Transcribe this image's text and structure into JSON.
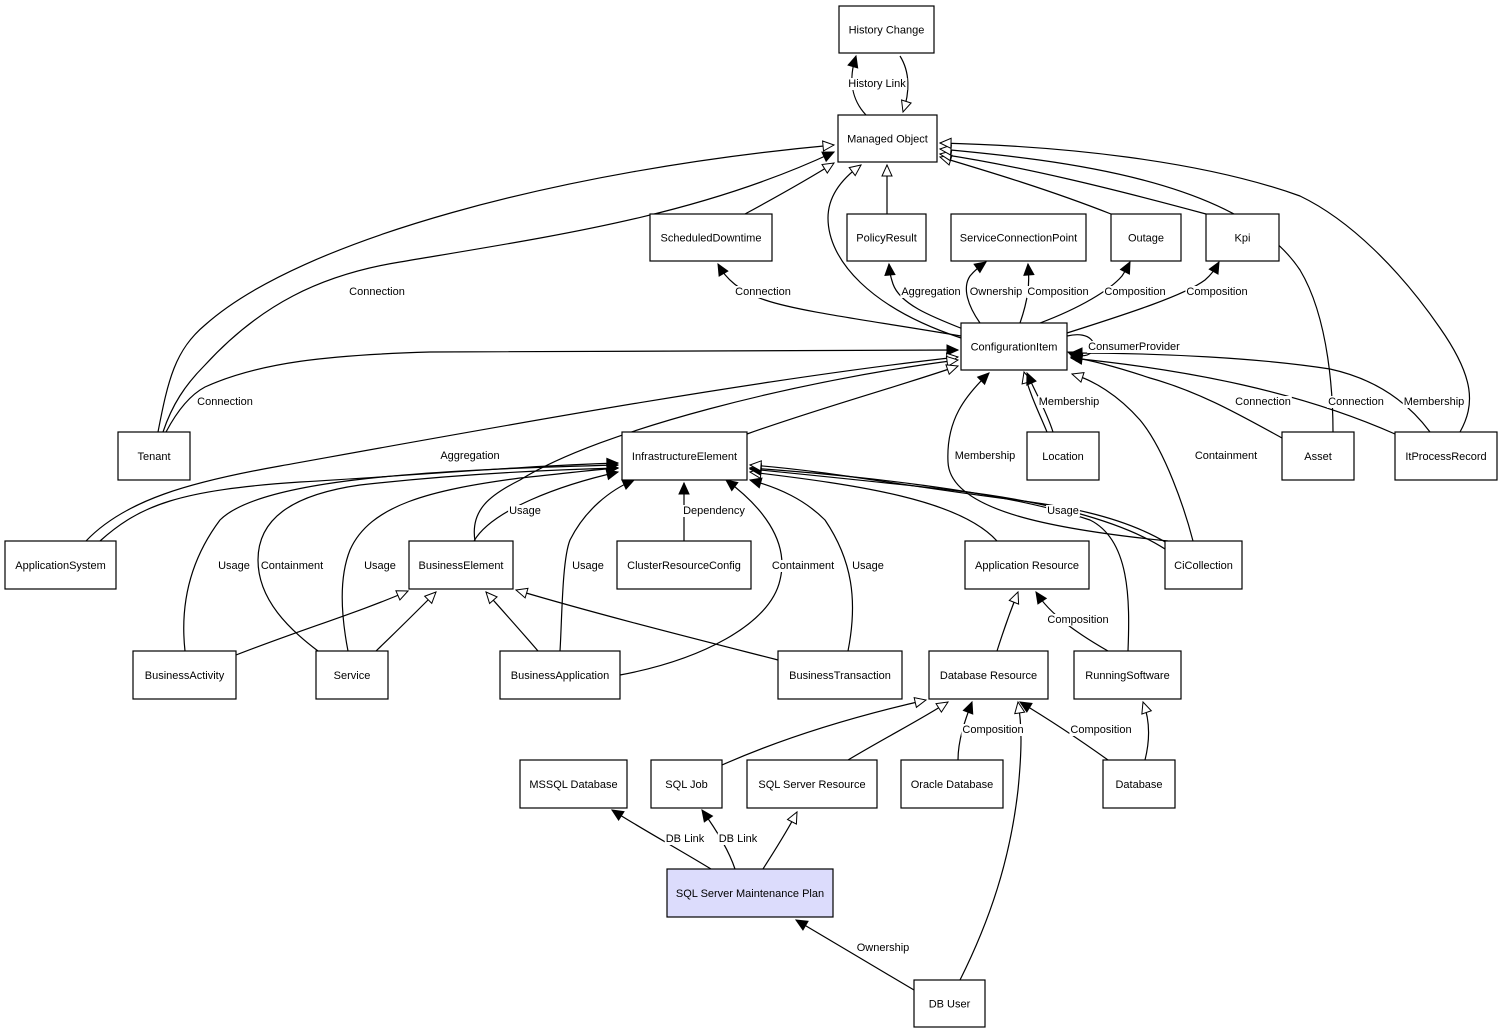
{
  "diagram": {
    "colors": {
      "node_fill": "#ffffff",
      "highlight_fill": "#dcdcfc",
      "stroke": "#000000"
    },
    "nodes": [
      {
        "id": "history_change",
        "label": "History Change"
      },
      {
        "id": "managed_object",
        "label": "Managed Object"
      },
      {
        "id": "scheduled_downtime",
        "label": "ScheduledDowntime"
      },
      {
        "id": "policy_result",
        "label": "PolicyResult"
      },
      {
        "id": "service_connection_point",
        "label": "ServiceConnectionPoint"
      },
      {
        "id": "outage",
        "label": "Outage"
      },
      {
        "id": "kpi",
        "label": "Kpi"
      },
      {
        "id": "configuration_item",
        "label": "ConfigurationItem"
      },
      {
        "id": "tenant",
        "label": "Tenant"
      },
      {
        "id": "infrastructure_element",
        "label": "InfrastructureElement"
      },
      {
        "id": "location",
        "label": "Location"
      },
      {
        "id": "asset",
        "label": "Asset"
      },
      {
        "id": "it_process_record",
        "label": "ItProcessRecord"
      },
      {
        "id": "application_system",
        "label": "ApplicationSystem"
      },
      {
        "id": "business_element",
        "label": "BusinessElement"
      },
      {
        "id": "cluster_resource_config",
        "label": "ClusterResourceConfig"
      },
      {
        "id": "application_resource",
        "label": "Application Resource"
      },
      {
        "id": "ci_collection",
        "label": "CiCollection"
      },
      {
        "id": "business_activity",
        "label": "BusinessActivity"
      },
      {
        "id": "service",
        "label": "Service"
      },
      {
        "id": "business_application",
        "label": "BusinessApplication"
      },
      {
        "id": "business_transaction",
        "label": "BusinessTransaction"
      },
      {
        "id": "database_resource",
        "label": "Database Resource"
      },
      {
        "id": "running_software",
        "label": "RunningSoftware"
      },
      {
        "id": "mssql_database",
        "label": "MSSQL Database"
      },
      {
        "id": "sql_job",
        "label": "SQL Job"
      },
      {
        "id": "sql_server_resource",
        "label": "SQL Server Resource"
      },
      {
        "id": "oracle_database",
        "label": "Oracle Database"
      },
      {
        "id": "database",
        "label": "Database"
      },
      {
        "id": "sql_server_maintenance_plan",
        "label": "SQL Server Maintenance Plan",
        "highlighted": true
      },
      {
        "id": "db_user",
        "label": "DB User"
      }
    ],
    "edges": [
      {
        "id": "e1",
        "from": "managed_object",
        "to": "history_change",
        "label": "History Link",
        "arrow": "filled"
      },
      {
        "id": "e2",
        "from": "history_change",
        "to": "managed_object",
        "label": "",
        "arrow": "hollow"
      },
      {
        "id": "e3",
        "from": "tenant",
        "to": "managed_object",
        "label": "",
        "arrow": "hollow"
      },
      {
        "id": "e4",
        "from": "tenant",
        "to": "managed_object",
        "label": "Connection",
        "arrow": "filled"
      },
      {
        "id": "e5",
        "from": "scheduled_downtime",
        "to": "managed_object",
        "label": "",
        "arrow": "hollow"
      },
      {
        "id": "e6",
        "from": "configuration_item",
        "to": "managed_object",
        "label": "",
        "arrow": "hollow"
      },
      {
        "id": "e7",
        "from": "policy_result",
        "to": "managed_object",
        "label": "",
        "arrow": "hollow"
      },
      {
        "id": "e8",
        "from": "outage",
        "to": "managed_object",
        "label": "",
        "arrow": "hollow"
      },
      {
        "id": "e9",
        "from": "kpi",
        "to": "managed_object",
        "label": "",
        "arrow": "hollow"
      },
      {
        "id": "e10",
        "from": "asset",
        "to": "managed_object",
        "label": "",
        "arrow": "hollow"
      },
      {
        "id": "e11",
        "from": "it_process_record",
        "to": "managed_object",
        "label": "",
        "arrow": "hollow"
      },
      {
        "id": "e12",
        "from": "configuration_item",
        "to": "scheduled_downtime",
        "label": "Connection",
        "arrow": "filled"
      },
      {
        "id": "e13",
        "from": "configuration_item",
        "to": "policy_result",
        "label": "Aggregation",
        "arrow": "filled"
      },
      {
        "id": "e14",
        "from": "configuration_item",
        "to": "service_connection_point",
        "label": "Ownership",
        "arrow": "filled"
      },
      {
        "id": "e15",
        "from": "configuration_item",
        "to": "service_connection_point",
        "label": "Composition",
        "arrow": "filled"
      },
      {
        "id": "e16",
        "from": "configuration_item",
        "to": "outage",
        "label": "Composition",
        "arrow": "filled"
      },
      {
        "id": "e17",
        "from": "configuration_item",
        "to": "kpi",
        "label": "Composition",
        "arrow": "filled"
      },
      {
        "id": "e18",
        "from": "configuration_item",
        "to": "configuration_item",
        "label": "ConsumerProvider",
        "arrow": "filled"
      },
      {
        "id": "e19",
        "from": "tenant",
        "to": "configuration_item",
        "label": "Connection",
        "arrow": "filled"
      },
      {
        "id": "e20",
        "from": "application_system",
        "to": "configuration_item",
        "label": "",
        "arrow": "hollow"
      },
      {
        "id": "e21",
        "from": "business_element",
        "to": "configuration_item",
        "label": "",
        "arrow": "hollow"
      },
      {
        "id": "e22",
        "from": "infrastructure_element",
        "to": "configuration_item",
        "label": "",
        "arrow": "hollow"
      },
      {
        "id": "e23",
        "from": "location",
        "to": "configuration_item",
        "label": "",
        "arrow": "hollow"
      },
      {
        "id": "e24",
        "from": "location",
        "to": "configuration_item",
        "label": "Membership",
        "arrow": "filled"
      },
      {
        "id": "e25",
        "from": "ci_collection",
        "to": "configuration_item",
        "label": "Membership",
        "arrow": "filled"
      },
      {
        "id": "e26",
        "from": "ci_collection",
        "to": "configuration_item",
        "label": "Containment",
        "arrow": "hollow"
      },
      {
        "id": "e27",
        "from": "asset",
        "to": "configuration_item",
        "label": "Connection",
        "arrow": "filled"
      },
      {
        "id": "e28",
        "from": "it_process_record",
        "to": "configuration_item",
        "label": "Connection",
        "arrow": "filled"
      },
      {
        "id": "e29",
        "from": "it_process_record",
        "to": "configuration_item",
        "label": "Membership",
        "arrow": "filled"
      },
      {
        "id": "e30",
        "from": "application_system",
        "to": "infrastructure_element",
        "label": "Aggregation",
        "arrow": "filled"
      },
      {
        "id": "e31",
        "from": "business_activity",
        "to": "infrastructure_element",
        "label": "Usage",
        "arrow": "filled"
      },
      {
        "id": "e32",
        "from": "service",
        "to": "infrastructure_element",
        "label": "Containment",
        "arrow": "filled"
      },
      {
        "id": "e33",
        "from": "service",
        "to": "infrastructure_element",
        "label": "Usage",
        "arrow": "filled"
      },
      {
        "id": "e34",
        "from": "business_element",
        "to": "infrastructure_element",
        "label": "Usage",
        "arrow": "filled"
      },
      {
        "id": "e35",
        "from": "business_application",
        "to": "infrastructure_element",
        "label": "Usage",
        "arrow": "filled"
      },
      {
        "id": "e36",
        "from": "cluster_resource_config",
        "to": "infrastructure_element",
        "label": "Dependency",
        "arrow": "filled"
      },
      {
        "id": "e37",
        "from": "business_application",
        "to": "infrastructure_element",
        "label": "Containment",
        "arrow": "filled"
      },
      {
        "id": "e38",
        "from": "business_transaction",
        "to": "infrastructure_element",
        "label": "Usage",
        "arrow": "filled"
      },
      {
        "id": "e39",
        "from": "application_resource",
        "to": "infrastructure_element",
        "label": "",
        "arrow": "hollow"
      },
      {
        "id": "e40",
        "from": "running_software",
        "to": "infrastructure_element",
        "label": "",
        "arrow": "hollow"
      },
      {
        "id": "e41",
        "from": "ci_collection",
        "to": "infrastructure_element",
        "label": "Usage",
        "arrow": "filled"
      },
      {
        "id": "e42",
        "from": "ci_collection",
        "to": "infrastructure_element",
        "label": "",
        "arrow": "hollow"
      },
      {
        "id": "e43",
        "from": "business_activity",
        "to": "business_element",
        "label": "",
        "arrow": "hollow"
      },
      {
        "id": "e44",
        "from": "service",
        "to": "business_element",
        "label": "",
        "arrow": "hollow"
      },
      {
        "id": "e45",
        "from": "business_application",
        "to": "business_element",
        "label": "",
        "arrow": "hollow"
      },
      {
        "id": "e46",
        "from": "business_transaction",
        "to": "business_element",
        "label": "",
        "arrow": "hollow"
      },
      {
        "id": "e47",
        "from": "database_resource",
        "to": "application_resource",
        "label": "",
        "arrow": "hollow"
      },
      {
        "id": "e48",
        "from": "running_software",
        "to": "application_resource",
        "label": "Composition",
        "arrow": "filled"
      },
      {
        "id": "e49",
        "from": "sql_job",
        "to": "database_resource",
        "label": "",
        "arrow": "hollow"
      },
      {
        "id": "e50",
        "from": "sql_server_resource",
        "to": "database_resource",
        "label": "",
        "arrow": "hollow"
      },
      {
        "id": "e51",
        "from": "oracle_database",
        "to": "database_resource",
        "label": "Composition",
        "arrow": "filled"
      },
      {
        "id": "e52",
        "from": "database",
        "to": "database_resource",
        "label": "Composition",
        "arrow": "filled"
      },
      {
        "id": "e53",
        "from": "db_user",
        "to": "database_resource",
        "label": "",
        "arrow": "hollow"
      },
      {
        "id": "e54",
        "from": "database",
        "to": "running_software",
        "label": "",
        "arrow": "hollow"
      },
      {
        "id": "e55",
        "from": "sql_server_maintenance_plan",
        "to": "mssql_database",
        "label": "DB Link",
        "arrow": "filled"
      },
      {
        "id": "e56",
        "from": "sql_server_maintenance_plan",
        "to": "sql_job",
        "label": "DB Link",
        "arrow": "filled"
      },
      {
        "id": "e57",
        "from": "sql_server_maintenance_plan",
        "to": "sql_server_resource",
        "label": "",
        "arrow": "hollow"
      },
      {
        "id": "e58",
        "from": "db_user",
        "to": "sql_server_maintenance_plan",
        "label": "Ownership",
        "arrow": "filled"
      }
    ]
  }
}
